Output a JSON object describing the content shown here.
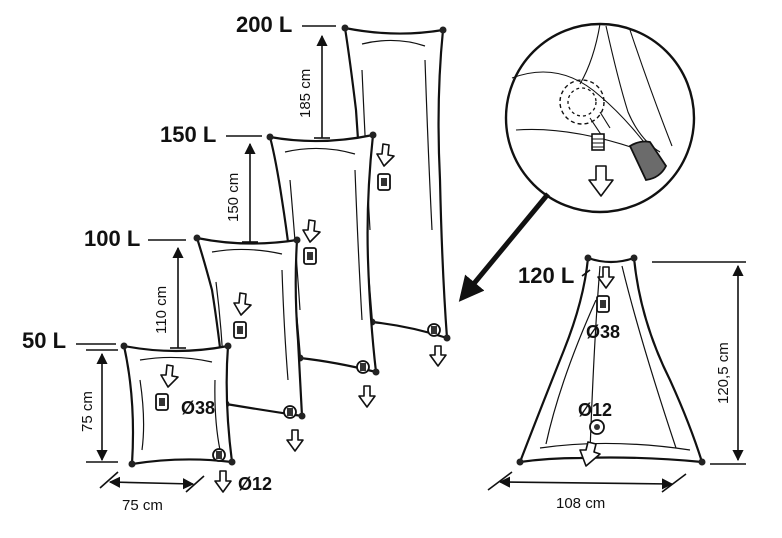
{
  "bags": [
    {
      "capacity": "50 L",
      "height": "75 cm",
      "width": "75 cm"
    },
    {
      "capacity": "100 L",
      "height": "110 cm"
    },
    {
      "capacity": "150 L",
      "height": "150 cm"
    },
    {
      "capacity": "200 L",
      "height": "185 cm"
    }
  ],
  "valves": {
    "large": "Ø38",
    "small": "Ø12"
  },
  "pyramid": {
    "capacity": "120 L",
    "height": "120,5 cm",
    "width": "108 cm",
    "large": "Ø38",
    "small": "Ø12"
  },
  "colors": {
    "ink": "#111111",
    "tab": "#6b6b6b"
  },
  "icons": [
    "down-arrow-icon",
    "valve-icon",
    "magnifier-icon"
  ]
}
